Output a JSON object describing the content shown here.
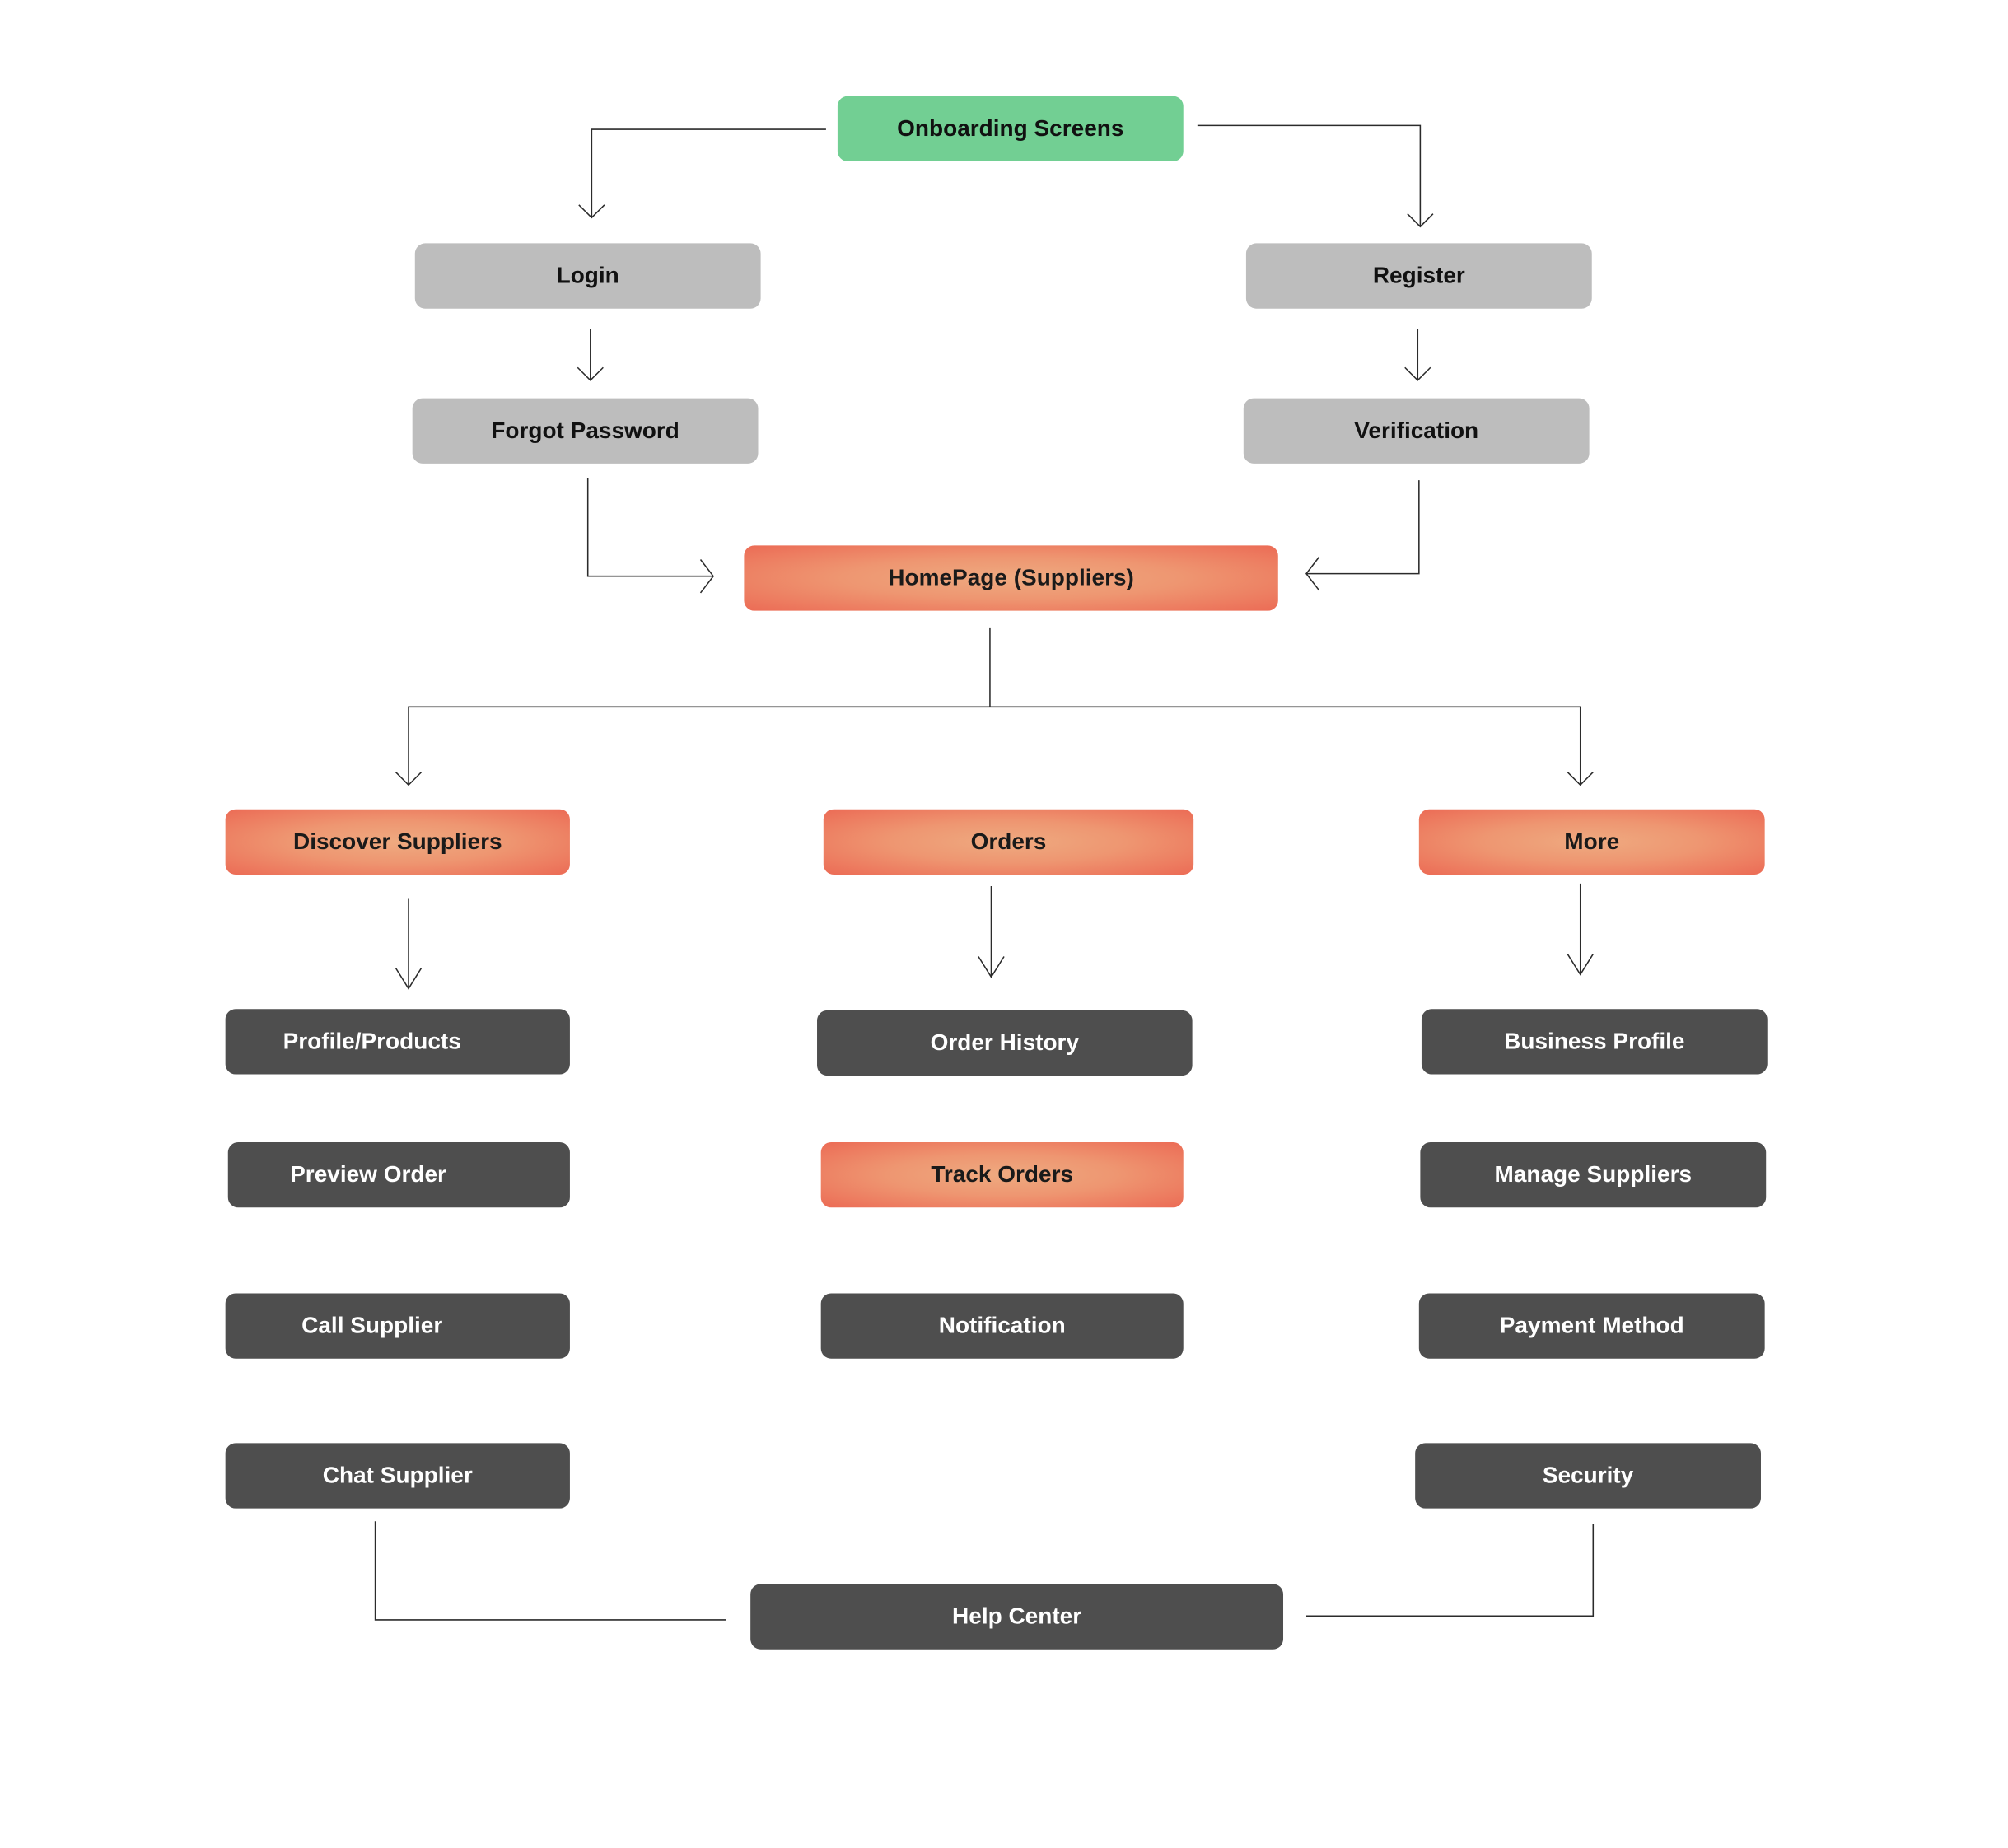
{
  "colors": {
    "start": "#72cf93",
    "auth": "#bdbdbd",
    "primary_gradient": [
      "#efaa80",
      "#ec6b55"
    ],
    "secondary": "#4e4e4e",
    "connector": "#2b2b2b"
  },
  "nodes": {
    "onboarding": "Onboarding Screens",
    "login": "Login",
    "register": "Register",
    "forgot_password": "Forgot Password",
    "verification": "Verification",
    "homepage": "HomePage (Suppliers)",
    "discover_suppliers": "Discover Suppliers",
    "orders": "Orders",
    "more": "More",
    "profile_products": "Profile/Products",
    "order_history": "Order History",
    "business_profile": "Business Profile",
    "preview_order": "Preview Order",
    "track_orders": "Track Orders",
    "manage_suppliers": "Manage Suppliers",
    "call_supplier": "Call Supplier",
    "notification": "Notification",
    "payment_method": "Payment Method",
    "chat_supplier": "Chat Supplier",
    "security": "Security",
    "help_center": "Help Center"
  }
}
